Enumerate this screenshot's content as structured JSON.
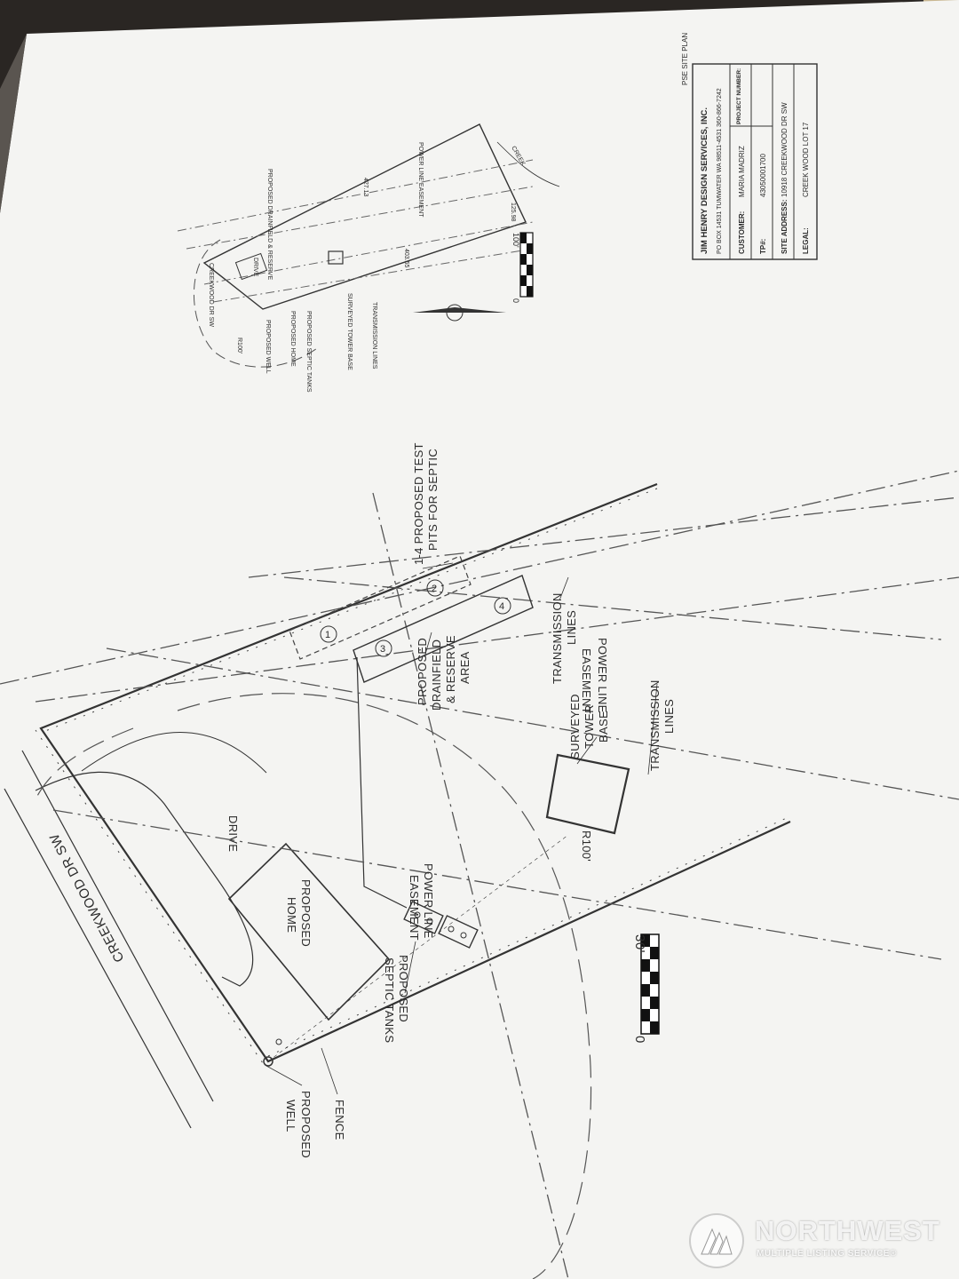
{
  "main_plan": {
    "road_label": "CREEKWOOD DR SW",
    "drive_label": "DRIVE",
    "home_label_1": "PROPOSED",
    "home_label_2": "HOME",
    "well_label_1": "PROPOSED",
    "well_label_2": "WELL",
    "fence_label": "FENCE",
    "septic_label_1": "PROPOSED",
    "septic_label_2": "SEPTIC TANKS",
    "easement_label_1": "POWER LINE",
    "easement_label_2": "EASEMENT",
    "radius_label": "R100'",
    "tower_label_1": "SURVEYED",
    "tower_label_2": "TOWER",
    "tower_label_3": "BASE",
    "transmission_label_1": "TRANSMISSION",
    "transmission_label_2": "LINES",
    "drainfield_label_1": "PROPOSED",
    "drainfield_label_2": "DRAINFIELD",
    "drainfield_label_3": "& RESERVE",
    "drainfield_label_4": "AREA",
    "testpits_label_1": "1-4 PROPOSED TEST",
    "testpits_label_2": "PITS FOR SEPTIC",
    "pit_numbers": [
      "1",
      "2",
      "3",
      "4"
    ],
    "scale_zero": "0",
    "scale_end": "30'"
  },
  "inset_plan": {
    "road_label": "CREEKWOOD DR SW",
    "drive_label": "DRIVE",
    "radius_label": "R100'",
    "well_label": "PROPOSED WELL",
    "home_label": "PROPOSED HOME",
    "septic_label": "PROPOSED SEPTIC TANKS",
    "tower_label": "SURVEYED TOWER BASE",
    "transmission_label": "TRANSMISSION LINES",
    "drainfield_label": "PROPOSED DRAINFIELD & RESERVE",
    "easement_label": "POWER LINE EASEMENT",
    "creek_label": "CREEK",
    "dimension_top": "427.13",
    "dimension_bottom": "403.55",
    "dimension_right": "125.98",
    "scale_zero": "0",
    "scale_end": "100'"
  },
  "title_block": {
    "header": "PSE SITE PLAN",
    "company": "JIM HENRY DESIGN SERVICES, INC.",
    "address": "PO BOX 14531  TUMWATER WA 98511-4531  360-866-7242",
    "customer_label": "CUSTOMER:",
    "customer_value": "MARIA MADRIZ",
    "project_label": "PROJECT NUMBER:",
    "tp_label": "TP#:",
    "tp_value": "43050001700",
    "site_label": "SITE ADDRESS:",
    "site_value": "10918 CREEKWOOD DR SW",
    "legal_label": "LEGAL:",
    "legal_value": "CREEK WOOD LOT 17"
  },
  "watermark": {
    "name": "NORTHWEST",
    "subtitle": "MULTIPLE LISTING SERVICE®"
  }
}
